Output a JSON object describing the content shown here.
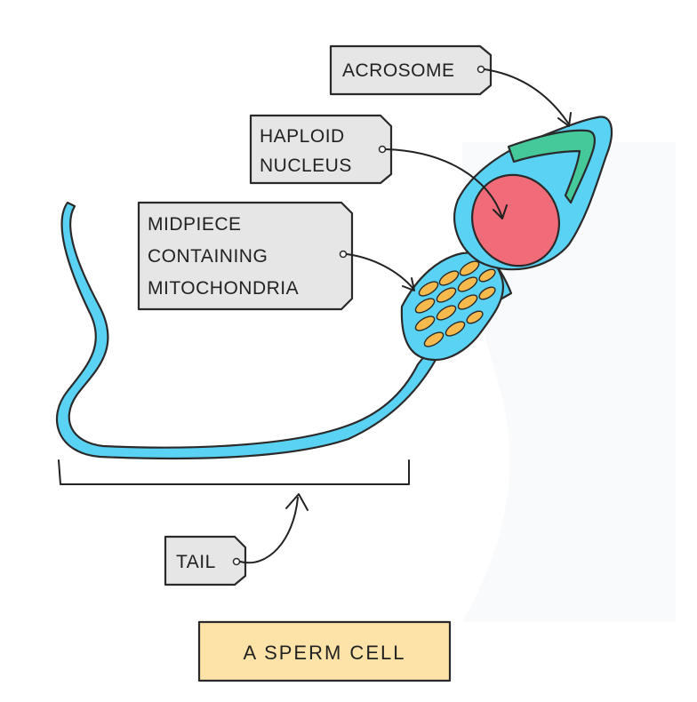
{
  "labels": {
    "acrosome": "ACROSOME",
    "haploid_nucleus": [
      "HAPLOID",
      "NUCLEUS"
    ],
    "midpiece": [
      "MIDPIECE",
      "CONTAINING",
      "MITOCHONDRIA"
    ],
    "tail": "TAIL"
  },
  "caption": "A SPERM CELL",
  "colors": {
    "cell_body": "#5ad2f4",
    "nucleus": "#f26b78",
    "acrosome": "#45c99a",
    "mitochondria": "#f5b94e",
    "tag_fill": "#e6e6e6",
    "caption_fill": "#fde3a8",
    "outline": "#2a2a2a"
  }
}
